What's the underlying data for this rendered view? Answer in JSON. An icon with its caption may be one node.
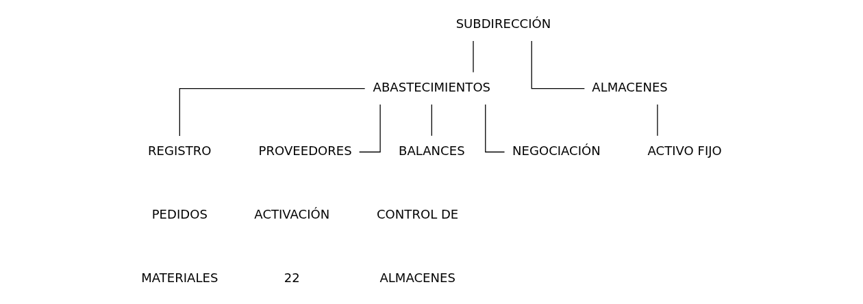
{
  "diagram": {
    "nodes": [
      {
        "text": [
          "SUBDIRECCIÓN"
        ]
      },
      {
        "text": [
          "ABASTECIMIENTOS"
        ]
      },
      {
        "text": [
          "ALMACENES"
        ]
      },
      {
        "text": [
          "REGISTRO"
        ]
      },
      {
        "text": [
          "PROVEEDORES"
        ]
      },
      {
        "text": [
          "BALANCES"
        ]
      },
      {
        "text": [
          "NEGOCIACIÓN"
        ]
      },
      {
        "text": [
          "ACTIVO FIJO"
        ]
      }
    ],
    "edges": [
      {
        "from": 0,
        "to": 1,
        "arrow": "none"
      },
      {
        "from": 0,
        "to": 2,
        "arrow": "none"
      },
      {
        "from": 1,
        "to": 3,
        "arrow": "none"
      },
      {
        "from": 1,
        "to": 4,
        "arrow": "none"
      },
      {
        "from": 1,
        "to": 5,
        "arrow": "none"
      },
      {
        "from": 1,
        "to": 6,
        "arrow": "none"
      },
      {
        "from": 2,
        "to": 7,
        "arrow": "none"
      }
    ],
    "labels": [
      "PEDIDOS",
      "ACTIVACIÓN",
      "CONTROL DE",
      "MATERIALES",
      "22",
      "ALMACENES"
    ]
  }
}
